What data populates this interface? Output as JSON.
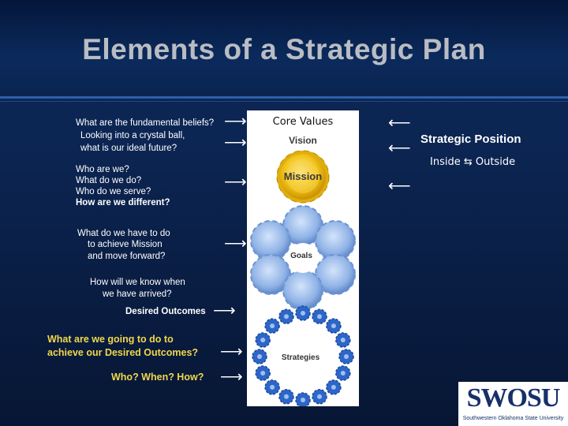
{
  "title": "Elements of a Strategic Plan",
  "left_questions": {
    "beliefs": [
      "What are the fundamental beliefs?",
      "Looking into a crystal ball,",
      "what is our ideal future?"
    ],
    "who": [
      "Who are we?",
      "What do we do?",
      "Who do we serve?",
      "How are we different?"
    ],
    "todo": [
      "What do we have to do",
      "to achieve Mission",
      "and move forward?"
    ],
    "know": [
      "How will we know when",
      "we have arrived?"
    ],
    "desired": "Desired Outcomes",
    "going": [
      "What are we going to do to",
      "achieve our Desired Outcomes?"
    ],
    "who_when": "Who? When? How?"
  },
  "diagram": {
    "core_values": "Core Values",
    "vision": "Vision",
    "mission": "Mission",
    "goals": "Goals",
    "strategies": "Strategies",
    "colors": {
      "mission_gear": "#f2c418",
      "goal_gear": "#7aa3dc",
      "strategy_gear": "#2d66c8"
    }
  },
  "arrows": {
    "right": "⟶",
    "left": "⟵"
  },
  "strategic_position": {
    "title": "Strategic Position",
    "sub": "Inside ⇆ Outside"
  },
  "logo": {
    "text": "SWOSU",
    "sub": "Southwestern Oklahoma State University"
  }
}
